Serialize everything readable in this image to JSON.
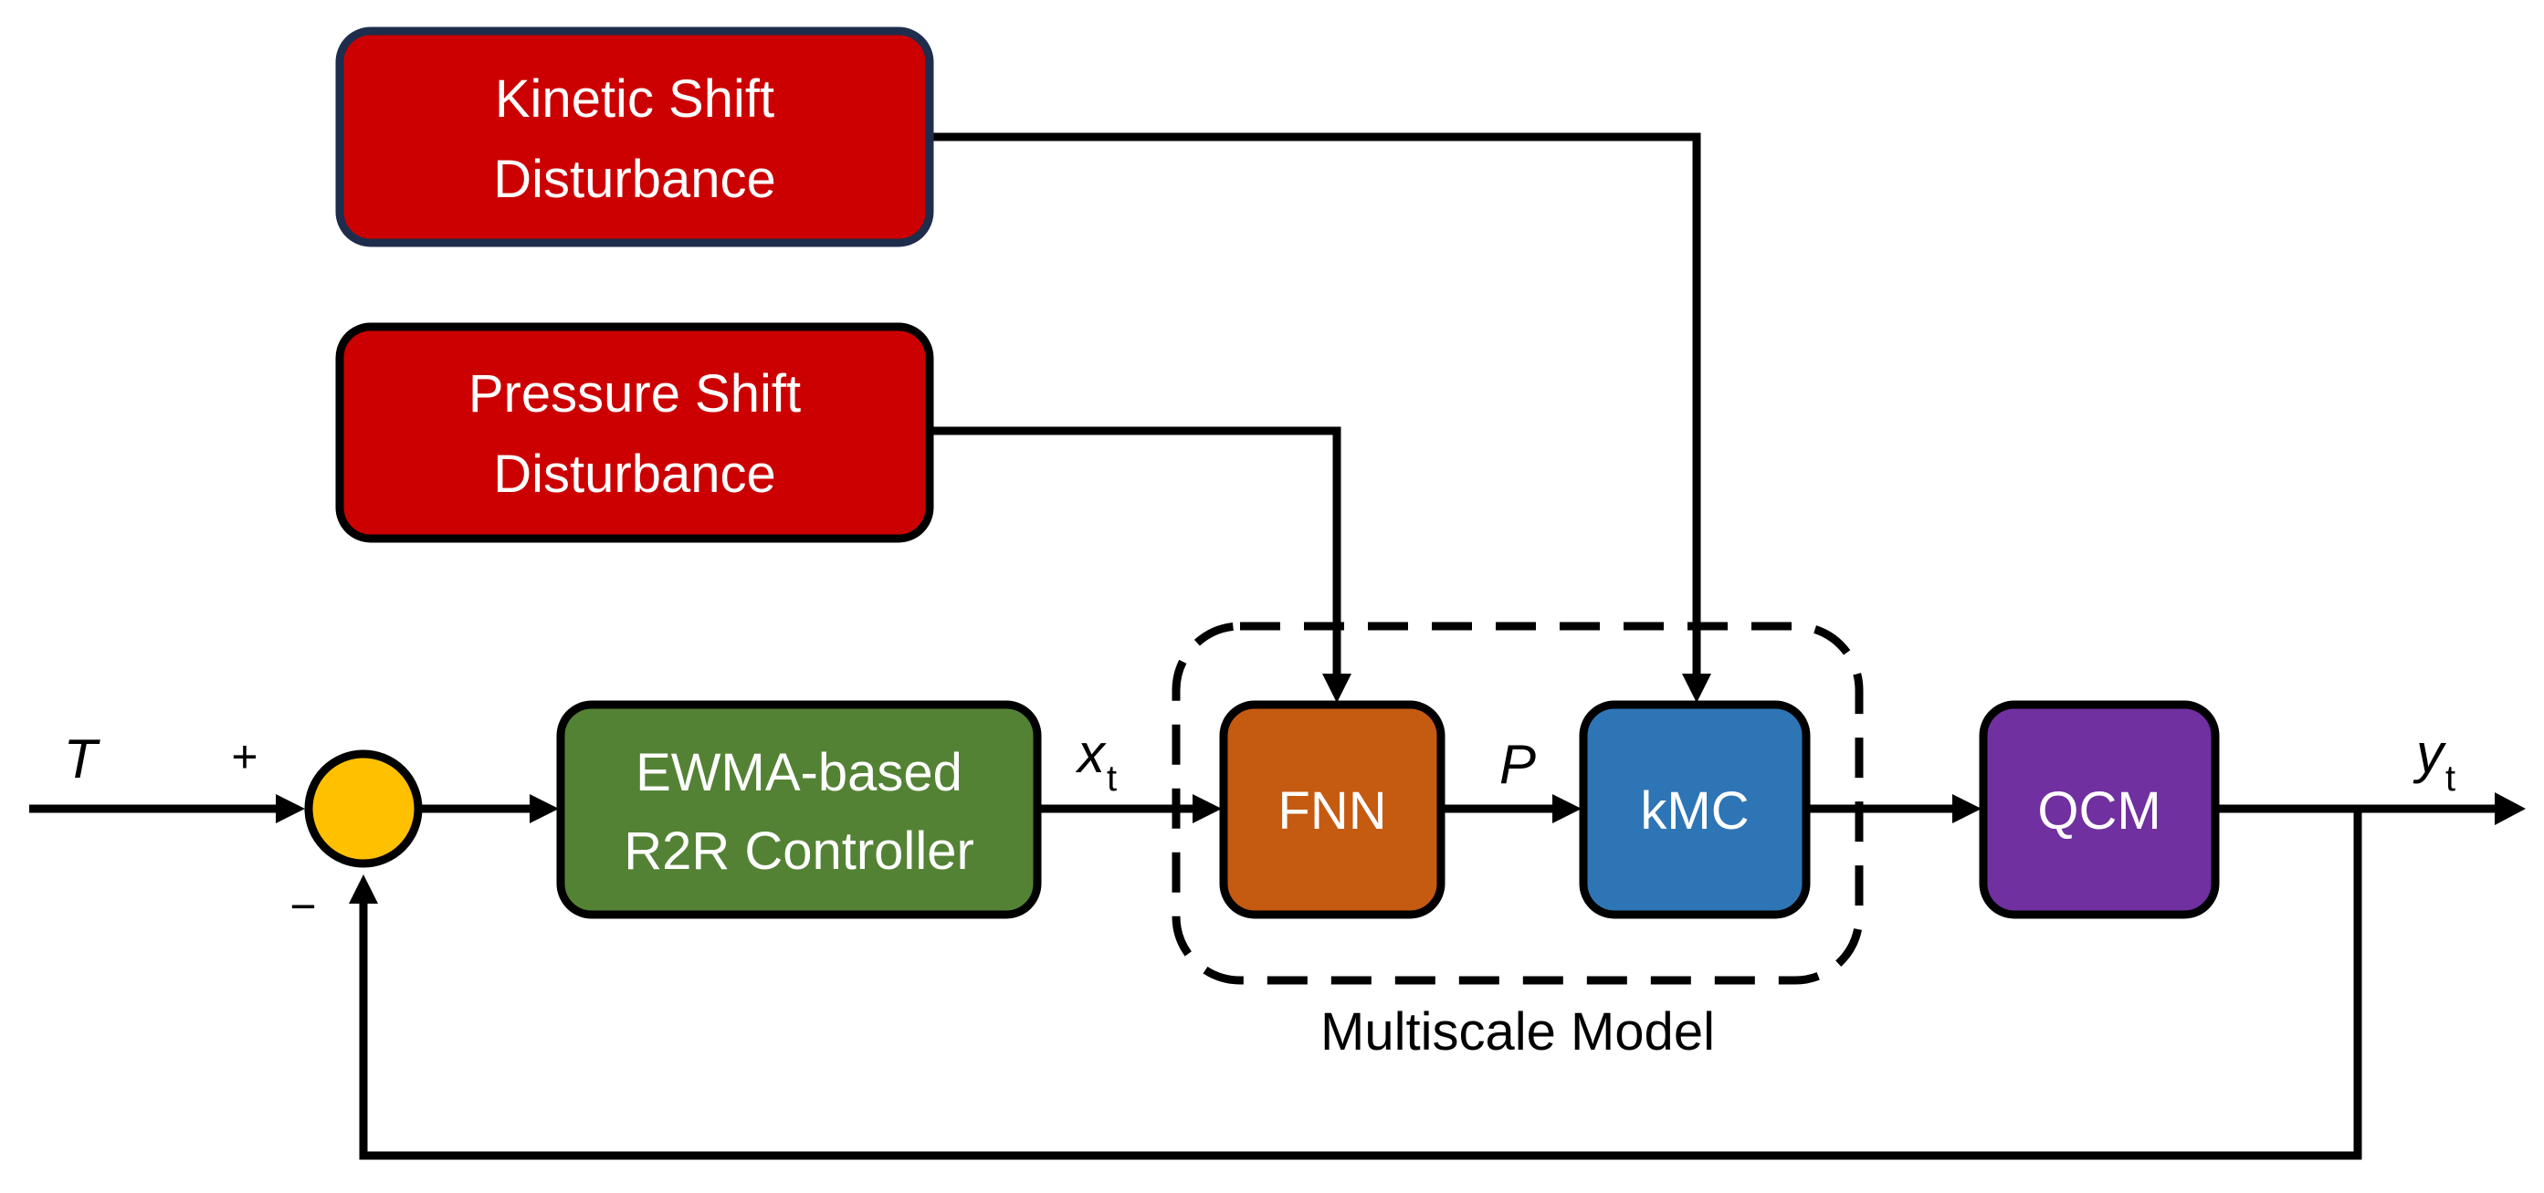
{
  "blocks": {
    "kinetic_disturbance": {
      "line1": "Kinetic Shift",
      "line2": "Disturbance"
    },
    "pressure_disturbance": {
      "line1": "Pressure Shift",
      "line2": "Disturbance"
    },
    "controller": {
      "line1": "EWMA-based",
      "line2": "R2R Controller"
    },
    "fnn": {
      "label": "FNN"
    },
    "kmc": {
      "label": "kMC"
    },
    "qcm": {
      "label": "QCM"
    }
  },
  "multiscale_group": {
    "label": "Multiscale Model"
  },
  "signals": {
    "setpoint": "T",
    "plus_sign": "+",
    "minus_sign": "−",
    "controller_output": {
      "symbol": "x",
      "subscript": "t"
    },
    "pressure": "P",
    "measurement": {
      "symbol": "y",
      "subscript": "t"
    }
  },
  "colors": {
    "disturbance": "#cc0000",
    "kinetic_border": "#1f2d4d",
    "controller": "#548235",
    "fnn": "#c55a11",
    "kmc": "#2e75b6",
    "qcm": "#7030a0",
    "summing_junction": "#ffc000"
  }
}
